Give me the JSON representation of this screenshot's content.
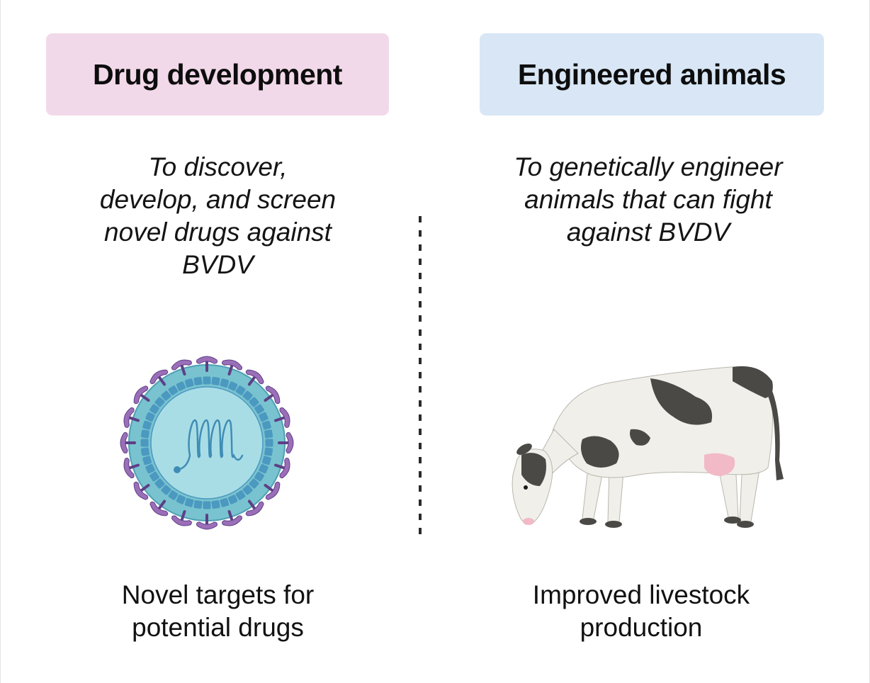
{
  "left_panel": {
    "title": "Drug development",
    "title_bg": "#f2d9e9",
    "description": [
      "To discover,",
      "develop, and screen",
      "novel drugs against",
      "BVDV"
    ],
    "outcome": [
      "Novel targets for",
      "potential drugs"
    ],
    "icon": "virus-icon"
  },
  "right_panel": {
    "title": "Engineered animals",
    "title_bg": "#d8e6f5",
    "description": [
      "To genetically engineer",
      "animals that can fight",
      "against BVDV"
    ],
    "outcome": [
      "Improved livestock",
      "production"
    ],
    "icon": "cow-icon"
  },
  "colors": {
    "virus_outer_ring": "#78c3cf",
    "virus_core": "#a9dde6",
    "virus_capsid": "#4b98c0",
    "virus_spike": "#9b6fb8",
    "virus_spike_dark": "#5e3f86",
    "cow_body": "#f0efe9",
    "cow_spots": "#4a4946",
    "cow_udder": "#f2b9c6"
  }
}
